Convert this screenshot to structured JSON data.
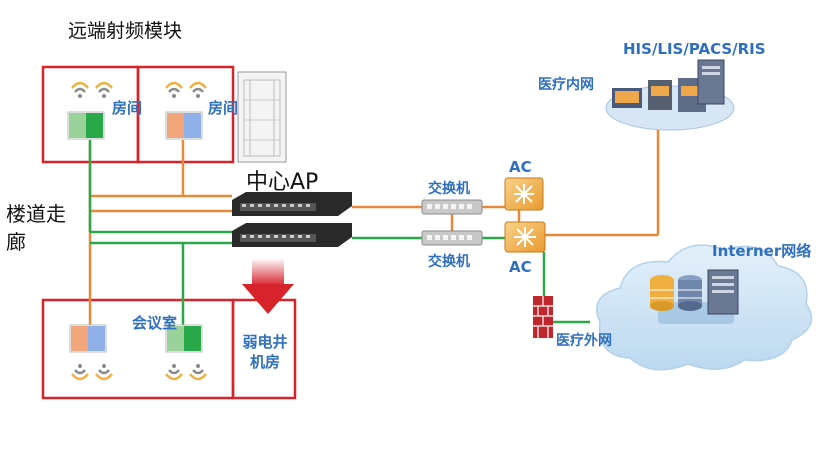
{
  "labels": {
    "remote_rf_module": "远端射频模块",
    "room_1": "房间",
    "room_2": "房间",
    "corridor": "楼道走廊",
    "central_ap": "中心AP",
    "meeting_room": "会议室",
    "weak_current_room": "弱电井机房",
    "switch_top": "交换机",
    "switch_bottom": "交换机",
    "ac_top": "AC",
    "ac_bottom": "AC",
    "his": "HIS/LIS/PACS/RIS",
    "hospital_intranet": "医疗内网",
    "internet": "Interner网络",
    "hospital_extranet": "医疗外网"
  },
  "colors": {
    "orange_line": "#e8893a",
    "green_line": "#2aa84a",
    "room_border": "#d9232b",
    "label_blue": "#2f6fbf",
    "cloud_fill": "#d4e7f6"
  }
}
